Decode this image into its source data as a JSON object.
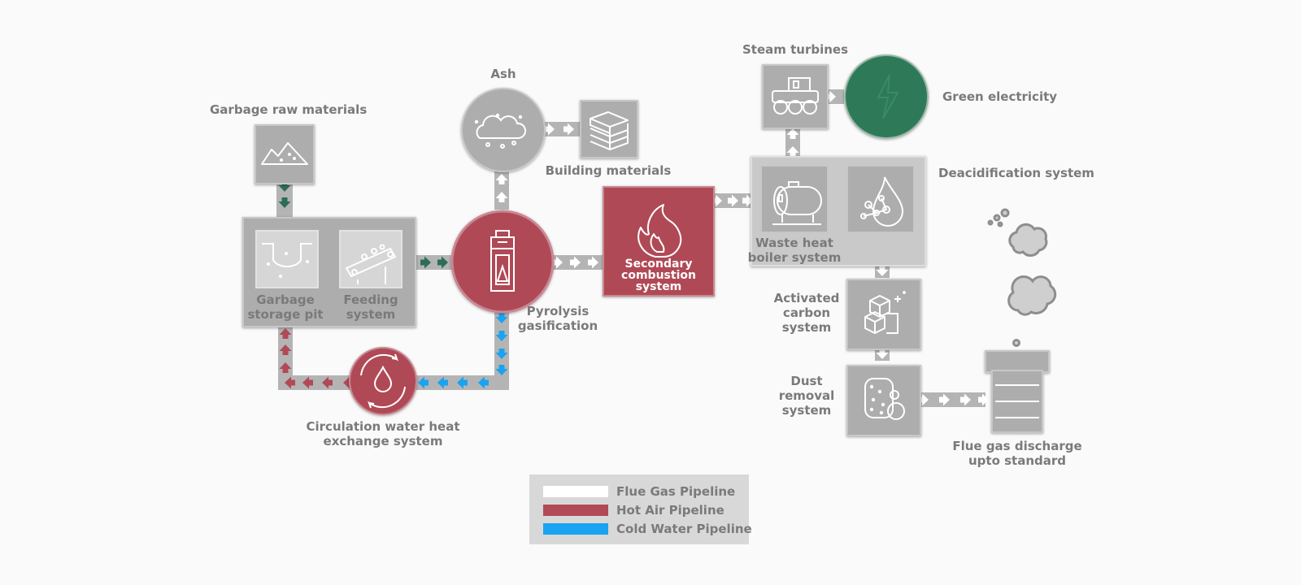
{
  "labels": {
    "garbage_raw": "Garbage raw materials",
    "garbage_storage": "Garbage\nstorage pit",
    "feeding": "Feeding\nsystem",
    "ash": "Ash",
    "building_materials": "Building materials",
    "pyrolysis": "Pyrolysis\ngasification",
    "secondary": "Secondary\ncombustion\nsystem",
    "steam_turbines": "Steam turbines",
    "green_electricity": "Green electricity",
    "deacidification": "Deacidification system",
    "waste_heat": "Waste heat\nboiler system",
    "activated_carbon": "Activated\ncarbon\nsystem",
    "dust_removal": "Dust\nremoval\nsystem",
    "flue_discharge": "Flue gas discharge\nupto standard",
    "circulation": "Circulation water heat\nexchange system"
  },
  "legend": [
    {
      "label": "Flue Gas Pipeline",
      "color": "#ffffff"
    },
    {
      "label": "Hot Air Pipeline",
      "color": "#b04a57"
    },
    {
      "label": "Cold Water Pipeline",
      "color": "#1aa3f0"
    }
  ],
  "colors": {
    "red": "#b04a57",
    "green_dark": "#2c6e55",
    "green_circle": "#2e7a58",
    "blue": "#1aa3f0",
    "gray_box": "#aeadae",
    "gray_panel": "#c9c9c9"
  }
}
